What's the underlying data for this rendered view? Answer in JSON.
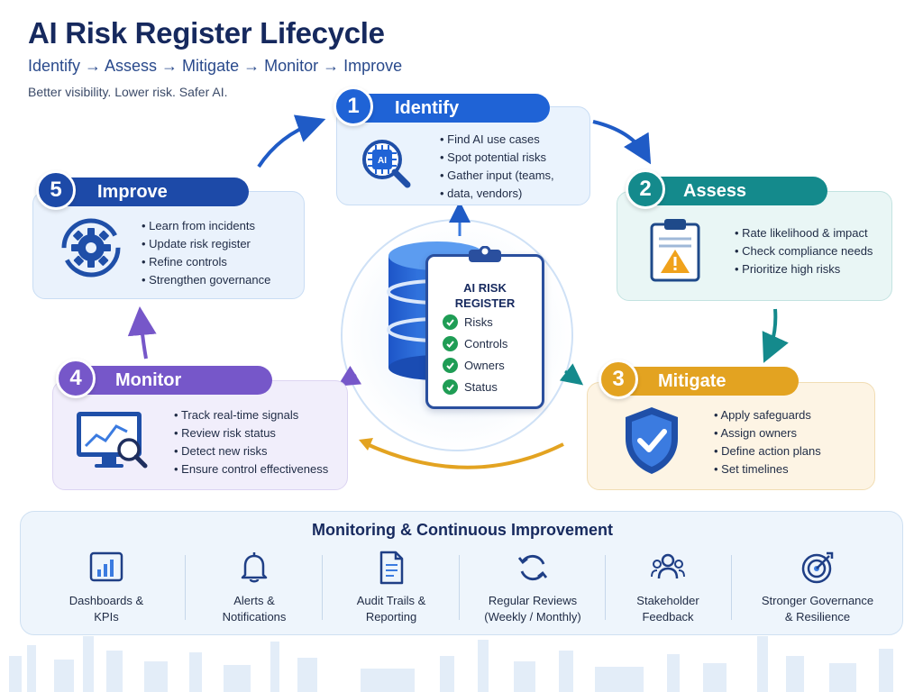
{
  "header": {
    "title": "AI Risk Register Lifecycle",
    "subtitle": "Identify  →  Assess  →  Mitigate  →  Monitor  →  Improve",
    "tagline": "Better visibility. Lower risk. Safer AI."
  },
  "stages": [
    {
      "number": "1",
      "label": "Identify",
      "color": "#1f63d6",
      "icon": "ai-chip-magnifier-icon",
      "bullets": [
        "Find AI use cases",
        "Spot potential risks",
        "Gather input (teams,",
        "data,   vendors)"
      ]
    },
    {
      "number": "2",
      "label": "Assess",
      "color": "#148a8c",
      "icon": "clipboard-warning-icon",
      "bullets": [
        "Rate likelihood & impact",
        "Check compliance needs",
        "Prioritize high risks"
      ]
    },
    {
      "number": "3",
      "label": "Mitigate",
      "color": "#e3a321",
      "icon": "shield-check-icon",
      "bullets": [
        "Apply safeguards",
        "Assign owners",
        "Define action plans",
        "Set timelines"
      ]
    },
    {
      "number": "4",
      "label": "Monitor",
      "color": "#7657c9",
      "icon": "monitor-chart-icon",
      "bullets": [
        "Track real-time signals",
        "Review risk status",
        "Detect new risks",
        "Ensure control effectiveness"
      ]
    },
    {
      "number": "5",
      "label": "Improve",
      "color": "#1d4aa8",
      "icon": "gear-cycle-icon",
      "bullets": [
        "Learn from incidents",
        "Update risk register",
        "Refine controls",
        "Strengthen governance"
      ]
    }
  ],
  "register": {
    "title_line1": "AI RISK",
    "title_line2": "REGISTER",
    "items": [
      "Risks",
      "Controls",
      "Owners",
      "Status"
    ]
  },
  "bottom": {
    "title": "Monitoring & Continuous Improvement",
    "features": [
      {
        "line1": "Dashboards &",
        "line2": "KPIs",
        "icon": "dashboard-chart-icon"
      },
      {
        "line1": "Alerts &",
        "line2": "Notifications",
        "icon": "bell-icon"
      },
      {
        "line1": "Audit Trails &",
        "line2": "Reporting",
        "icon": "document-icon"
      },
      {
        "line1": "Regular Reviews",
        "line2": "(Weekly / Monthly)",
        "icon": "refresh-icon"
      },
      {
        "line1": "Stakeholder",
        "line2": "Feedback",
        "icon": "people-icon"
      },
      {
        "line1": "Stronger Governance",
        "line2": "& Resilience",
        "icon": "target-icon"
      }
    ]
  }
}
